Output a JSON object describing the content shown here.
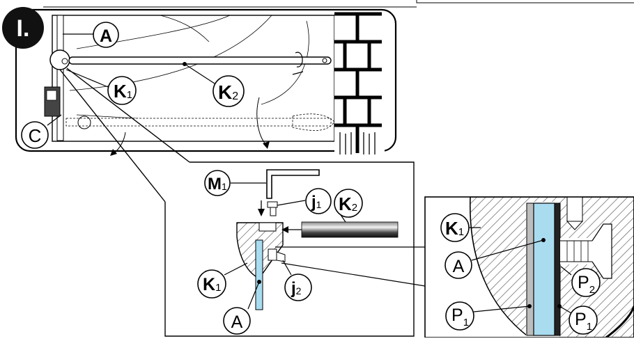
{
  "step_badge": "I.",
  "labels": {
    "A": "A",
    "C": "C",
    "K": "K",
    "M": "M",
    "j": "j",
    "P": "P",
    "sub1": "1",
    "sub2": "2"
  },
  "colors": {
    "rod_fill": "#a9dcef",
    "line": "#000000",
    "hatch": "#555555",
    "gray": "#bdbdbd",
    "badge": "#111111"
  }
}
